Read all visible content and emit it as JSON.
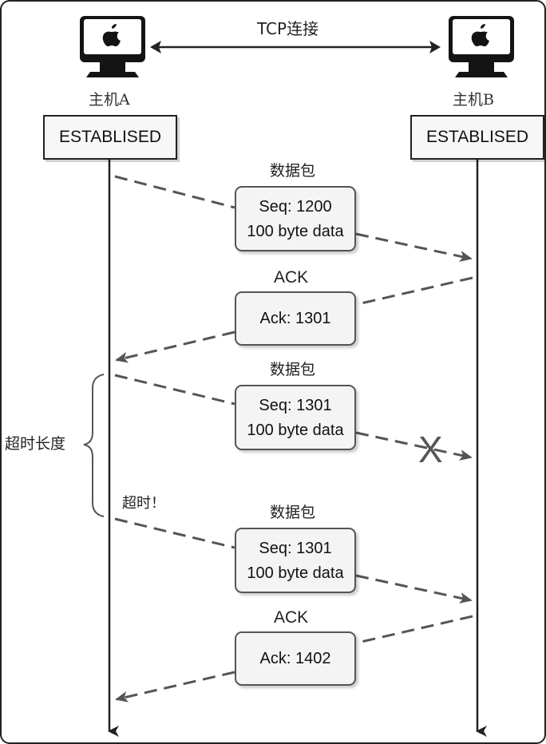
{
  "connection_label": "TCP连接",
  "hosts": [
    {
      "label": "主机A",
      "state": "ESTABLISED",
      "icon": "computer-icon"
    },
    {
      "label": "主机B",
      "state": "ESTABLISED",
      "icon": "computer-icon"
    }
  ],
  "segments": [
    {
      "title": "数据包",
      "lines": [
        "Seq: 1200",
        "100 byte data"
      ],
      "direction": "A-to-B",
      "lost": false
    },
    {
      "title": "ACK",
      "lines": [
        "Ack: 1301"
      ],
      "direction": "B-to-A",
      "lost": false
    },
    {
      "title": "数据包",
      "lines": [
        "Seq: 1301",
        "100 byte data"
      ],
      "direction": "A-to-B",
      "lost": true
    },
    {
      "title": "数据包",
      "lines": [
        "Seq: 1301",
        "100 byte data"
      ],
      "direction": "A-to-B",
      "lost": false
    },
    {
      "title": "ACK",
      "lines": [
        "Ack: 1402"
      ],
      "direction": "B-to-A",
      "lost": false
    }
  ],
  "timeout_length_label": "超时长度",
  "timeout_label": "超时！",
  "lost_marker": "X",
  "colors": {
    "line": "#222222",
    "dashed_arrow": "#555555"
  }
}
